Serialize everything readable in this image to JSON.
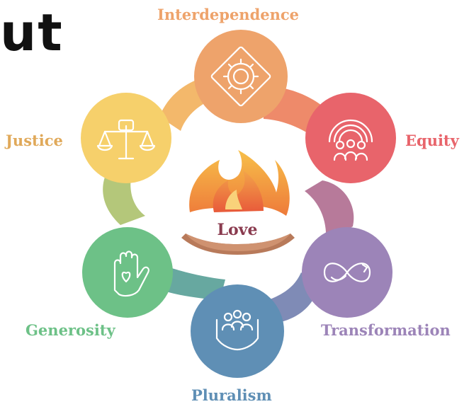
{
  "header_fragment": "ut",
  "center": {
    "label": "Love",
    "color": "#8a3b4f"
  },
  "values": [
    {
      "id": "interdependence",
      "label": "Interdependence",
      "color": "#eea36b",
      "icon": "gear-icon"
    },
    {
      "id": "equity",
      "label": "Equity",
      "color": "#e8646b",
      "icon": "community-rainbow-icon"
    },
    {
      "id": "transformation",
      "label": "Transformation",
      "color": "#9c84b8",
      "icon": "infinity-icon"
    },
    {
      "id": "pluralism",
      "label": "Pluralism",
      "color": "#5f8fb5",
      "icon": "people-in-hands-icon"
    },
    {
      "id": "generosity",
      "label": "Generosity",
      "color": "#6dc187",
      "icon": "hand-heart-icon"
    },
    {
      "id": "justice",
      "label": "Justice",
      "color": "#f6d06b",
      "icon": "scales-fist-icon"
    }
  ]
}
